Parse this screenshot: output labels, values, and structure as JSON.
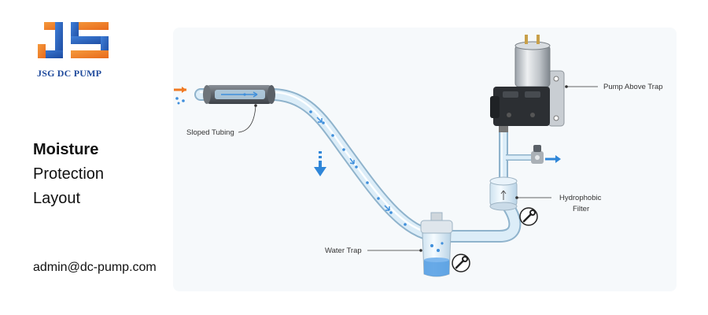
{
  "brand": {
    "logo_letters": "JS",
    "name": "JSG DC PUMP",
    "colors": {
      "blue": "#1f4a9c",
      "orange": "#f07a23",
      "light_blue": "#3b7fd6"
    }
  },
  "title": {
    "line1": "Moisture",
    "line2": "Protection",
    "line3": "Layout"
  },
  "contact": {
    "email": "admin@dc-pump.com"
  },
  "diagram": {
    "labels": {
      "sloped_tubing": "Sloped Tubing",
      "pump_above_trap": "Pump Above Trap",
      "hydrophobic_filter_1": "Hydrophobic",
      "hydrophobic_filter_2": "Filter",
      "water_trap": "Water Trap"
    },
    "icons": [
      "inlet-arrow-icon",
      "down-arrow-icon",
      "outlet-arrow-icon",
      "wrench-icon"
    ],
    "colors": {
      "tube": "#cfe6f5",
      "water": "#3f8fdc",
      "arrow_in": "#f07a23",
      "arrow_out": "#2f86d8"
    }
  }
}
